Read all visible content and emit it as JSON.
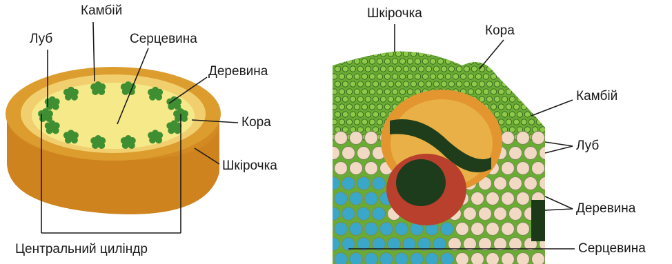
{
  "left_diagram": {
    "labels": {
      "cambium": "Камбій",
      "phloem": "Луб",
      "pith": "Серцевина",
      "wood": "Деревина",
      "cortex": "Кора",
      "epidermis": "Шкірочка",
      "central_cylinder": "Центральний циліндр"
    },
    "colors": {
      "outer_rind": "#d99a2b",
      "cortex_band": "#f3d27a",
      "pith": "#f6ea8c",
      "bundles": "#3f8f32"
    }
  },
  "right_diagram": {
    "labels": {
      "epidermis": "Шкірочка",
      "cortex": "Кора",
      "cambium": "Камбій",
      "phloem": "Луб",
      "wood": "Деревина",
      "pith": "Серцевина"
    },
    "colors": {
      "epidermis_cells": "#7fb83a",
      "cortex_cells": "#8fc94a",
      "phloem_cells": "#e49a2e",
      "wood_cells": "#cf3c2c",
      "pith_cells": "#f1d9c4",
      "stain_blue": "#3aa7c9"
    }
  }
}
